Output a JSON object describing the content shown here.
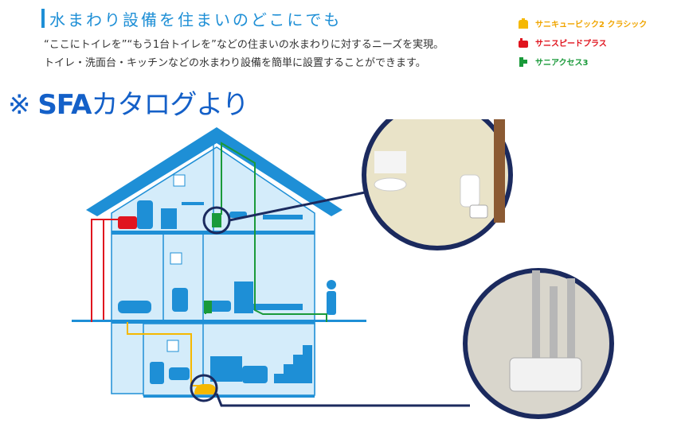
{
  "header": {
    "title": "水まわり設備を住まいのどこにでも",
    "desc_line1": "“ここにトイレを”“もう1台トイレを”などの住まいの水まわりに対するニーズを実現。",
    "desc_line2": "トイレ・洗面台・キッチンなどの水まわり設備を簡単に設置することができます。"
  },
  "catalog": {
    "mark": "※",
    "brand": "SFA",
    "suffix": "カタログより"
  },
  "legend": [
    {
      "label": "サニキュービック2 クラシック",
      "color": "#f5b800"
    },
    {
      "label": "サニスピードプラス",
      "color": "#e0141e"
    },
    {
      "label": "サニアクセス3",
      "color": "#1a9a3a"
    }
  ],
  "colors": {
    "accent": "#1e8fd6",
    "house_fill": "#d4ecfa",
    "house_line": "#1e8fd6"
  }
}
